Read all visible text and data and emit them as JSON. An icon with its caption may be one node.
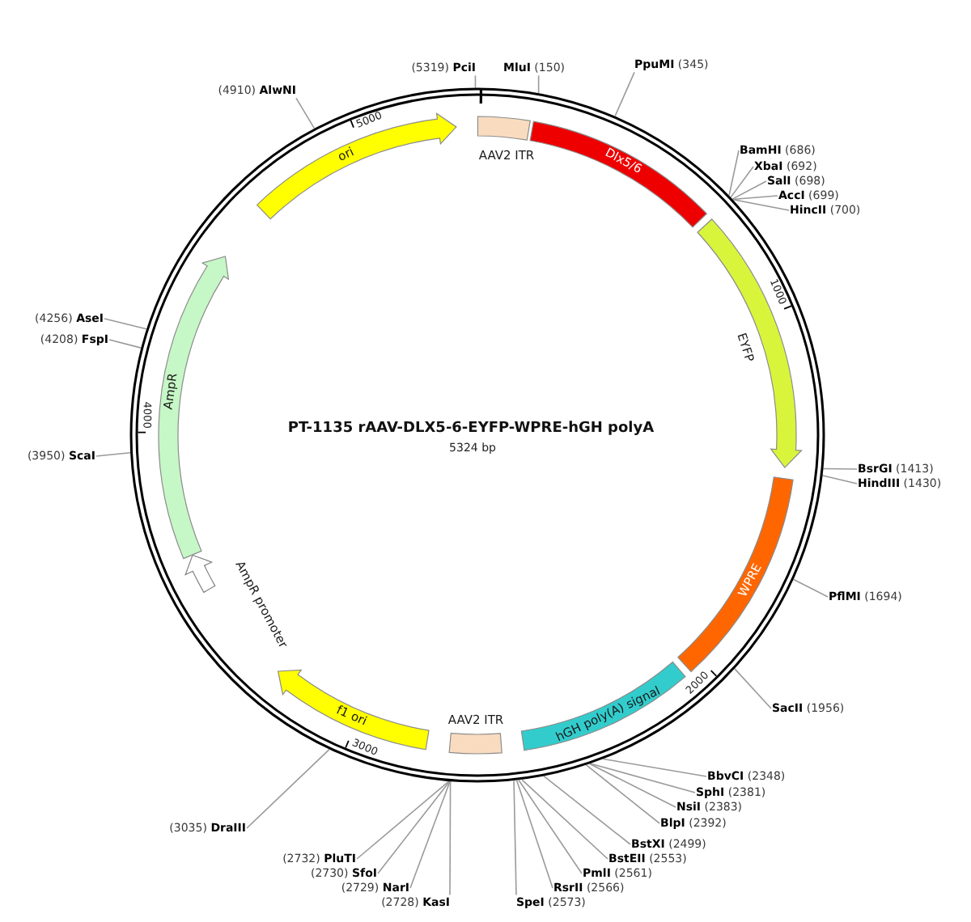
{
  "diagram": {
    "title": "PT-1135 rAAV-DLX5-6-EYFP-WPRE-hGH polyA",
    "nodes": [
      {
        "text": [],
        "shape": "circle"
      },
      {
        "text": [
          "AAV2 ITR"
        ],
        "in": 0
      },
      {
        "text": [
          "Dlx5/6"
        ],
        "in": 0
      },
      {
        "text": [
          "EYFP"
        ],
        "in": 0
      },
      {
        "text": [
          "WPRE"
        ],
        "in": 0
      },
      {
        "text": [
          "hGH poly(A) signal"
        ],
        "in": 0
      },
      {
        "text": [
          "AAV2 ITR"
        ],
        "in": 0
      },
      {
        "text": [
          "f1 ori"
        ],
        "in": 0
      },
      {
        "text": [
          "AmpR promoter"
        ],
        "in": 0
      },
      {
        "text": [
          "AmpR"
        ],
        "in": 0
      },
      {
        "text": [
          "ori"
        ],
        "in": 0
      },
      {
        "text": [
          "(5319) **PciI**"
        ]
      },
      {
        "text": [
          "**MluI** (150)"
        ]
      },
      {
        "text": [
          "**PpuMI** (345)"
        ]
      },
      {
        "text": [
          "**BamHI** (686)"
        ]
      },
      {
        "text": [
          "**XbaI** (692)"
        ]
      },
      {
        "text": [
          "**SalI** (698)"
        ]
      },
      {
        "text": [
          "**AccI** (699)"
        ]
      },
      {
        "text": [
          "**HincII** (700)"
        ]
      },
      {
        "text": [
          "**BsrGI** (1413)"
        ]
      },
      {
        "text": [
          "**HindIII** (1430)"
        ]
      },
      {
        "text": [
          "**PflMI** (1694)"
        ]
      },
      {
        "text": [
          "**SacII** (1956)"
        ]
      },
      {
        "text": [
          "**BbvCI** (2348)"
        ]
      },
      {
        "text": [
          "**SphI** (2381)"
        ]
      },
      {
        "text": [
          "**NsiI** (2383)"
        ]
      },
      {
        "text": [
          "**BlpI** (2392)"
        ]
      },
      {
        "text": [
          "**BstXI** (2499)"
        ]
      },
      {
        "text": [
          "**BstEII** (2553)"
        ]
      },
      {
        "text": [
          "**PmlI** (2561)"
        ]
      },
      {
        "text": [
          "**RsrII** (2566)"
        ]
      },
      {
        "text": [
          "**SpeI** (2573)"
        ]
      },
      {
        "text": [
          "(2728) **KasI**"
        ]
      },
      {
        "text": [
          "(2729) **NarI**"
        ]
      },
      {
        "text": [
          "(2730) **SfoI**"
        ]
      },
      {
        "text": [
          "(2732) **PluTI**"
        ]
      },
      {
        "text": [
          "(3035) **DraIII**"
        ]
      },
      {
        "text": [
          "(3950) **ScaI**"
        ]
      },
      {
        "text": [
          "(4208) **FspI**"
        ]
      },
      {
        "text": [
          "(4256) **AseI**"
        ]
      },
      {
        "text": [
          "(4910) **AlwNI**"
        ]
      }
    ],
    "edges": [
      {
        "from": 11,
        "to": 0,
        "arrow": "none"
      },
      {
        "from": 12,
        "to": 0,
        "arrow": "none"
      },
      {
        "from": 13,
        "to": 0,
        "arrow": "none"
      },
      {
        "from": 14,
        "to": 0,
        "arrow": "none"
      },
      {
        "from": 15,
        "to": 0,
        "arrow": "none"
      },
      {
        "from": 16,
        "to": 0,
        "arrow": "none"
      },
      {
        "from": 17,
        "to": 0,
        "arrow": "none"
      },
      {
        "from": 18,
        "to": 0,
        "arrow": "none"
      },
      {
        "from": 19,
        "to": 0,
        "arrow": "none"
      },
      {
        "from": 20,
        "to": 0,
        "arrow": "none"
      },
      {
        "from": 21,
        "to": 0,
        "arrow": "none"
      },
      {
        "from": 22,
        "to": 0,
        "arrow": "none"
      },
      {
        "from": 23,
        "to": 0,
        "arrow": "none"
      },
      {
        "from": 24,
        "to": 0,
        "arrow": "none"
      },
      {
        "from": 25,
        "to": 0,
        "arrow": "none"
      },
      {
        "from": 26,
        "to": 0,
        "arrow": "none"
      },
      {
        "from": 27,
        "to": 0,
        "arrow": "none"
      },
      {
        "from": 28,
        "to": 0,
        "arrow": "none"
      },
      {
        "from": 29,
        "to": 0,
        "arrow": "none"
      },
      {
        "from": 30,
        "to": 0,
        "arrow": "none"
      },
      {
        "from": 31,
        "to": 0,
        "arrow": "none"
      },
      {
        "from": 32,
        "to": 0,
        "arrow": "none"
      },
      {
        "from": 33,
        "to": 0,
        "arrow": "none"
      },
      {
        "from": 34,
        "to": 0,
        "arrow": "none"
      },
      {
        "from": 35,
        "to": 0,
        "arrow": "none"
      },
      {
        "from": 36,
        "to": 0,
        "arrow": "none"
      },
      {
        "from": 37,
        "to": 0,
        "arrow": "none"
      },
      {
        "from": 38,
        "to": 0,
        "arrow": "none"
      },
      {
        "from": 39,
        "to": 0,
        "arrow": "none"
      },
      {
        "from": 40,
        "to": 0,
        "arrow": "none"
      }
    ],
    "labels": [
      "5324 bp",
      "1000",
      "2000",
      "3000",
      "4000",
      "5000"
    ]
  }
}
